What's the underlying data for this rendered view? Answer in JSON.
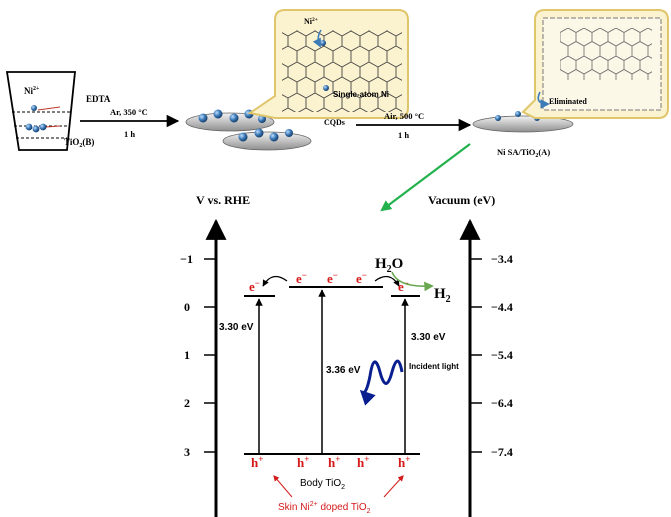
{
  "synthesis": {
    "beaker": {
      "ion_label": "Ni",
      "ion_charge": "2+",
      "chelator_label": "EDTA",
      "substrate_label": "TiO",
      "substrate_sub": "2",
      "substrate_suffix": "(B)"
    },
    "step1": {
      "condition": "Ar, 350 °C",
      "time": "1 h"
    },
    "cqd_label": "CQDs",
    "zoom1": {
      "ion_label": "Ni",
      "ion_charge": "2+",
      "atom_label": "Single-atom Ni"
    },
    "step2": {
      "condition": "Air, 500 °C",
      "time": "1 h"
    },
    "zoom2": {
      "label": "Eliminated"
    },
    "product_label": "Ni SA/TiO",
    "product_sub": "2",
    "product_suffix": "(A)"
  },
  "band_diagram": {
    "left_axis": {
      "title": "V vs. RHE",
      "ticks": [
        "−1",
        "0",
        "1",
        "2",
        "3"
      ]
    },
    "right_axis": {
      "title": "Vacuum (eV)",
      "ticks": [
        "−3.4",
        "−4.4",
        "−5.4",
        "−6.4",
        "−7.4"
      ]
    },
    "left_gap": "3.30 eV",
    "middle_gap": "3.36 eV",
    "right_gap": "3.30 eV",
    "electron": "e",
    "electron_charge": "−",
    "hole": "h",
    "hole_charge": "+",
    "water": "H",
    "water_sub": "2",
    "water_suffix": "O",
    "hydrogen": "H",
    "hydrogen_sub": "2",
    "incident_light": "Incident light",
    "body_label": "Body TiO",
    "body_sub": "2",
    "skin_prefix": "Skin Ni",
    "skin_charge": "2+",
    "skin_suffix": " doped TiO",
    "skin_sub": "2"
  },
  "colors": {
    "electron": "#d41a1a",
    "arrow_green": "#22b14c",
    "h2_arrow": "#6aa84f",
    "light_wave": "#0a1f8f",
    "sphere": "#3d7ab8",
    "zoom_box": "#f2d98a"
  }
}
